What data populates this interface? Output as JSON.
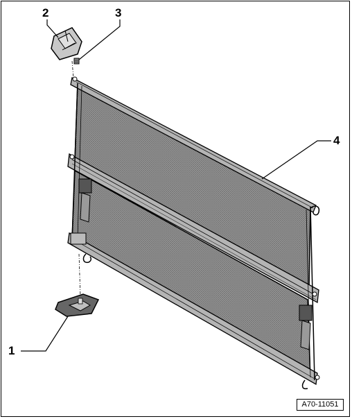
{
  "diagram": {
    "callouts": [
      {
        "id": "1",
        "label": "1"
      },
      {
        "id": "2",
        "label": "2"
      },
      {
        "id": "3",
        "label": "3"
      },
      {
        "id": "4",
        "label": "4"
      }
    ],
    "reference": "A70-11051",
    "colors": {
      "outline": "#000000",
      "mesh_fill": "#8c8c8c",
      "frame_fill": "#b4b4b4"
    }
  }
}
